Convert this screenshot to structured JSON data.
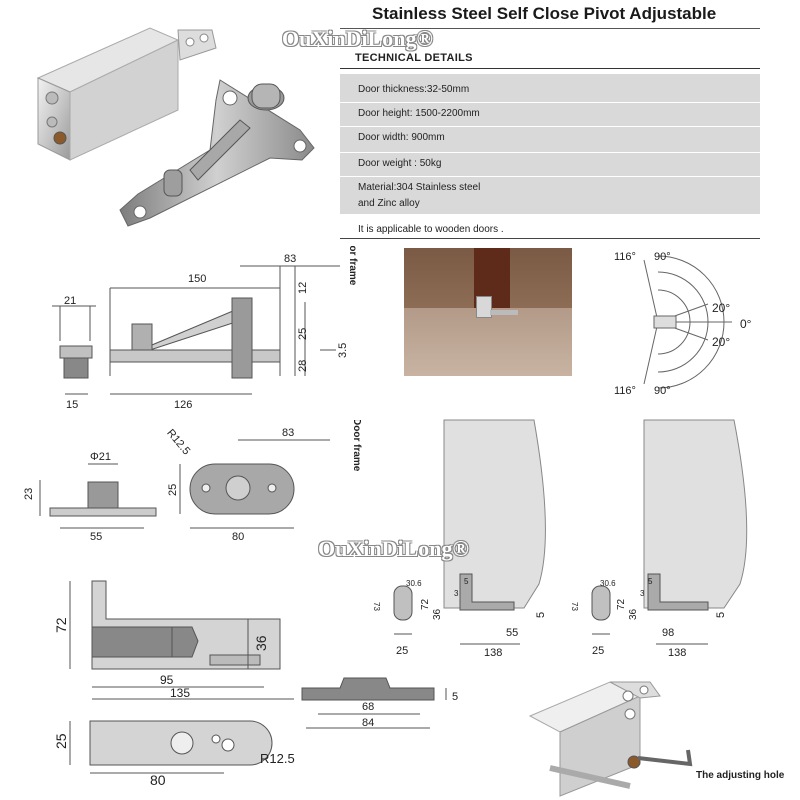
{
  "header": {
    "title": "Stainless Steel Self Close Pivot Adjustable",
    "watermark": "OuXinDiLong®",
    "technical_details_label": "TECHNICAL DETAILS"
  },
  "specs": [
    "Door thickness:32-50mm",
    "Door height: 1500-2200mm",
    "Door width: 900mm",
    "Door weight : 50kg",
    "Material:304 Stainless steel",
    "and Zinc alloy"
  ],
  "applicability": "It is applicable to wooden doors .",
  "top_view": {
    "dim_150": "150",
    "dim_83": "83",
    "dim_12": "12",
    "dim_25": "25",
    "dim_28": "28",
    "dim_3_5": "3.5",
    "dim_126": "126",
    "door_frame": "Door frame",
    "side_21": "21",
    "side_15": "15"
  },
  "angle_diagram": {
    "top_left": "116°",
    "top_right": "90°",
    "r1": "20°",
    "r0": "0°",
    "r2": "20°",
    "bottom_left": "116°",
    "bottom_right": "90°"
  },
  "bottom_plate": {
    "phi": "Φ21",
    "h23": "23",
    "w55": "55",
    "r12_5": "R12.5",
    "dim_83": "83",
    "dim_25": "25",
    "dim_80": "80",
    "door_frame": "Door frame"
  },
  "install_left": {
    "d30_6": "30.6",
    "d5a": "5",
    "d3": "3",
    "d73": "73",
    "d72": "72",
    "d36": "36",
    "d25": "25",
    "d138": "138",
    "d55": "55",
    "d5b": "5"
  },
  "install_right": {
    "d30_6": "30.6",
    "d5a": "5",
    "d3": "3",
    "d73": "73",
    "d72": "72",
    "d36": "36",
    "d25": "25",
    "d98": "98",
    "d138": "138",
    "d5b": "5"
  },
  "section": {
    "d72": "72",
    "d36": "36",
    "d95": "95",
    "d135": "135"
  },
  "plan": {
    "d25": "25",
    "d80": "80",
    "r12_5": "R12.5"
  },
  "small_plate": {
    "d68": "68",
    "d84": "84",
    "d5": "5"
  },
  "photo_caption": "The adjusting hole"
}
